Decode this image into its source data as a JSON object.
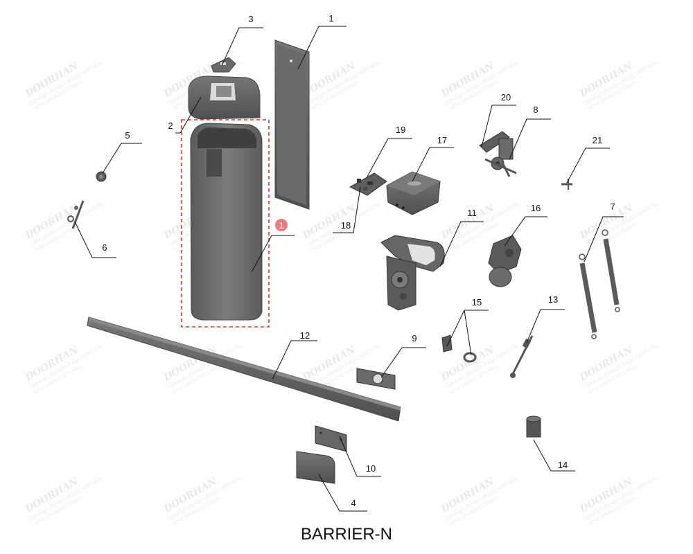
{
  "title": "BARRIER-N",
  "badge": {
    "number": "1",
    "color": "#f07a7a"
  },
  "highlight_color": "#e03030",
  "part_color": "#6b6b6b",
  "watermark": {
    "brand": "DOORHAN",
    "line1": "ОФИЦИАЛЬНЫЙ ПРЕДСТАВИТЕЛЬ",
    "line2": "ООО «ИНЖСИСТЕМЫ»"
  },
  "parts": [
    {
      "id": "1",
      "label": "1"
    },
    {
      "id": "2",
      "label": "2"
    },
    {
      "id": "3",
      "label": "3"
    },
    {
      "id": "4",
      "label": "4"
    },
    {
      "id": "5",
      "label": "5"
    },
    {
      "id": "6",
      "label": "6"
    },
    {
      "id": "7",
      "label": "7"
    },
    {
      "id": "8",
      "label": "8"
    },
    {
      "id": "9",
      "label": "9"
    },
    {
      "id": "10",
      "label": "10"
    },
    {
      "id": "11",
      "label": "11"
    },
    {
      "id": "12",
      "label": "12"
    },
    {
      "id": "13",
      "label": "13"
    },
    {
      "id": "14",
      "label": "14"
    },
    {
      "id": "15",
      "label": "15"
    },
    {
      "id": "16",
      "label": "16"
    },
    {
      "id": "17",
      "label": "17"
    },
    {
      "id": "18",
      "label": "18"
    },
    {
      "id": "19",
      "label": "19"
    },
    {
      "id": "20",
      "label": "20"
    },
    {
      "id": "21",
      "label": "21"
    }
  ]
}
